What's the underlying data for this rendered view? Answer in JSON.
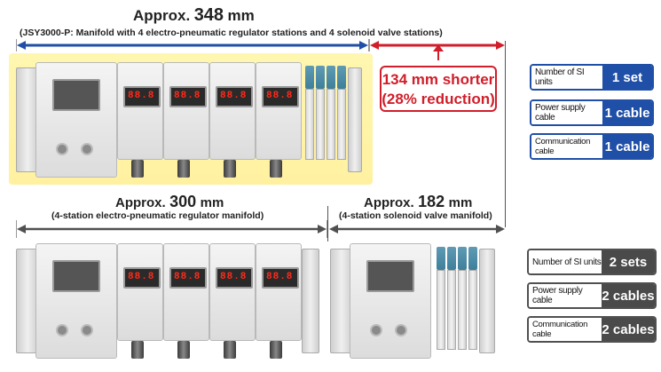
{
  "top_dimension": {
    "prefix": "Approx.",
    "value": "348",
    "unit": "mm",
    "subtitle": "(JSY3000-P: Manifold with 4 electro-pneumatic regulator stations and 4 solenoid valve stations)"
  },
  "reduction_callout": {
    "line1": "134 mm shorter",
    "line2": "(28% reduction)"
  },
  "left_dimension": {
    "prefix": "Approx.",
    "value": "300",
    "unit": "mm",
    "subtitle": "(4-station electro-pneumatic regulator manifold)"
  },
  "right_dimension": {
    "prefix": "Approx.",
    "value": "182",
    "unit": "mm",
    "subtitle": "(4-station solenoid valve manifold)"
  },
  "new_product_specs": [
    {
      "label": "Number of SI units",
      "value": "1 set"
    },
    {
      "label": "Power supply cable",
      "value": "1 cable"
    },
    {
      "label": "Communication cable",
      "value": "1 cable"
    }
  ],
  "conventional_specs": [
    {
      "label": "Number of SI units",
      "value": "2 sets"
    },
    {
      "label": "Power supply cable",
      "value": "2 cables"
    },
    {
      "label": "Communication cable",
      "value": "2 cables"
    }
  ],
  "regulator_display": "88.8",
  "colors": {
    "blue_arrow": "#1f4fa6",
    "red_arrow": "#d01e2a",
    "grey_arrow": "#505050",
    "highlight": "#fff3a3"
  }
}
